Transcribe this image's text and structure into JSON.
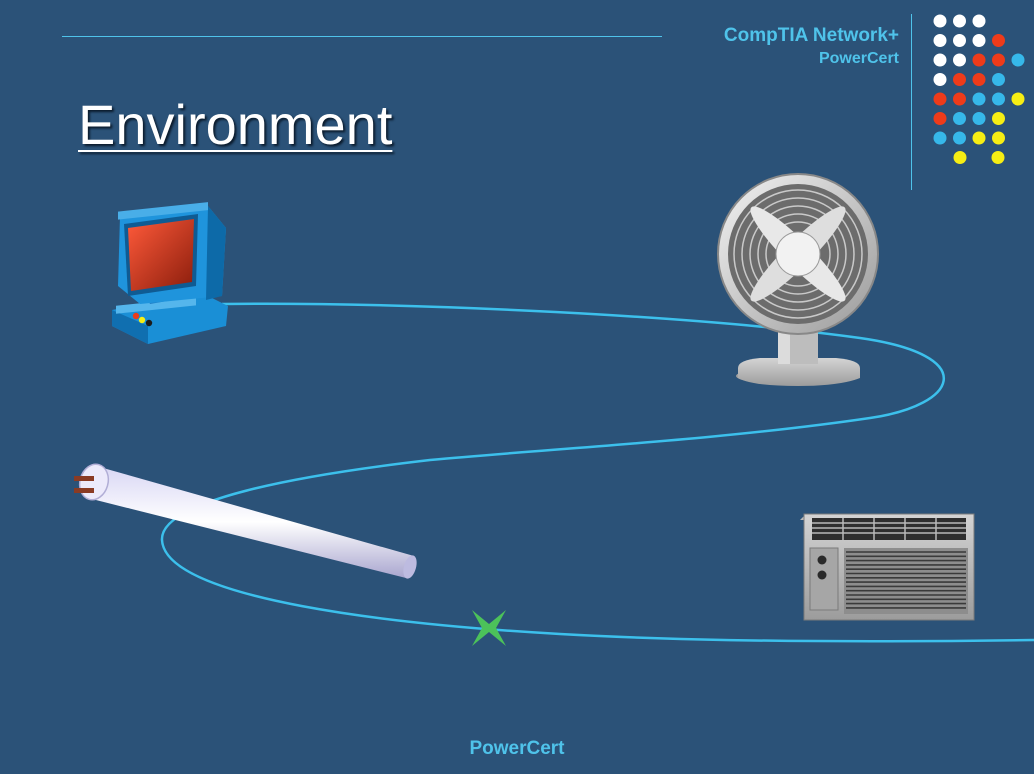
{
  "slide": {
    "title": "Environment",
    "brand_line1": "CompTIA Network+",
    "brand_line2": "PowerCert",
    "footer": "PowerCert"
  },
  "icons": [
    "computer-icon",
    "fan-icon",
    "fluorescent-tube-icon",
    "air-conditioner-icon",
    "interference-star-icon"
  ],
  "colors": {
    "background": "#2b5278",
    "accent": "#4fc3ea",
    "dot_white": "#ffffff",
    "dot_red": "#ee3b1a",
    "dot_blue": "#36b8ea",
    "dot_yellow": "#f6ee14",
    "star": "#4cc25a"
  },
  "dot_grid": [
    [
      "white",
      "white",
      "white"
    ],
    [
      "white",
      "white",
      "white",
      "red"
    ],
    [
      "white",
      "white",
      "red",
      "red",
      "blue"
    ],
    [
      "white",
      "red",
      "red",
      "blue"
    ],
    [
      "red",
      "red",
      "blue",
      "blue",
      "yellow"
    ],
    [
      "red",
      "blue",
      "blue",
      "yellow"
    ],
    [
      "blue",
      "blue",
      "yellow",
      "yellow"
    ],
    [
      "yellow",
      "yellow"
    ]
  ]
}
